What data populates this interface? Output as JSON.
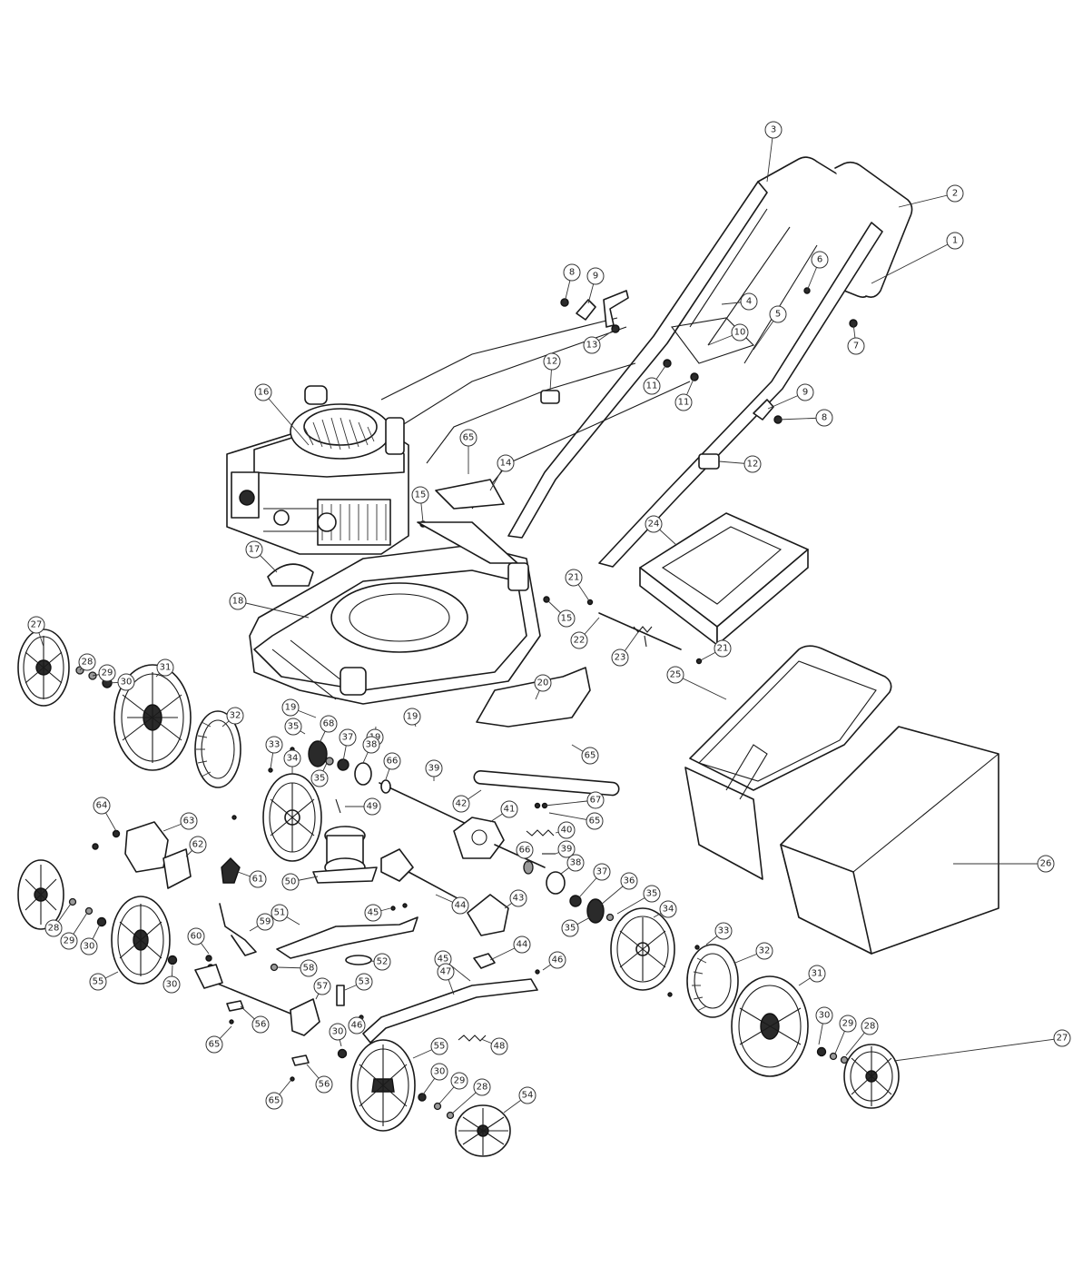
{
  "callouts": [
    {
      "label": "1"
    },
    {
      "label": "2"
    },
    {
      "label": "3"
    },
    {
      "label": "4"
    },
    {
      "label": "5"
    },
    {
      "label": "6"
    },
    {
      "label": "7"
    },
    {
      "label": "8"
    },
    {
      "label": "9"
    },
    {
      "label": "13"
    },
    {
      "label": "10"
    },
    {
      "label": "11"
    },
    {
      "label": "11"
    },
    {
      "label": "12"
    },
    {
      "label": "9"
    },
    {
      "label": "8"
    },
    {
      "label": "12"
    },
    {
      "label": "16"
    },
    {
      "label": "65"
    },
    {
      "label": "14"
    },
    {
      "label": "15"
    },
    {
      "label": "24"
    },
    {
      "label": "17"
    },
    {
      "label": "21"
    },
    {
      "label": "18"
    },
    {
      "label": "15"
    },
    {
      "label": "22"
    },
    {
      "label": "23"
    },
    {
      "label": "21"
    },
    {
      "label": "27"
    },
    {
      "label": "28"
    },
    {
      "label": "29"
    },
    {
      "label": "30"
    },
    {
      "label": "31"
    },
    {
      "label": "20"
    },
    {
      "label": "25"
    },
    {
      "label": "19"
    },
    {
      "label": "19"
    },
    {
      "label": "19"
    },
    {
      "label": "32"
    },
    {
      "label": "35"
    },
    {
      "label": "68"
    },
    {
      "label": "37"
    },
    {
      "label": "38"
    },
    {
      "label": "66"
    },
    {
      "label": "39"
    },
    {
      "label": "33"
    },
    {
      "label": "34"
    },
    {
      "label": "35"
    },
    {
      "label": "65"
    },
    {
      "label": "42"
    },
    {
      "label": "41"
    },
    {
      "label": "67"
    },
    {
      "label": "49"
    },
    {
      "label": "65"
    },
    {
      "label": "40"
    },
    {
      "label": "64"
    },
    {
      "label": "63"
    },
    {
      "label": "66"
    },
    {
      "label": "39"
    },
    {
      "label": "26"
    },
    {
      "label": "62"
    },
    {
      "label": "61"
    },
    {
      "label": "50"
    },
    {
      "label": "38"
    },
    {
      "label": "37"
    },
    {
      "label": "36"
    },
    {
      "label": "35"
    },
    {
      "label": "44"
    },
    {
      "label": "43"
    },
    {
      "label": "45"
    },
    {
      "label": "35"
    },
    {
      "label": "34"
    },
    {
      "label": "28"
    },
    {
      "label": "29"
    },
    {
      "label": "30"
    },
    {
      "label": "59"
    },
    {
      "label": "51"
    },
    {
      "label": "33"
    },
    {
      "label": "60"
    },
    {
      "label": "44"
    },
    {
      "label": "32"
    },
    {
      "label": "58"
    },
    {
      "label": "52"
    },
    {
      "label": "45"
    },
    {
      "label": "46"
    },
    {
      "label": "55"
    },
    {
      "label": "30"
    },
    {
      "label": "47"
    },
    {
      "label": "31"
    },
    {
      "label": "57"
    },
    {
      "label": "53"
    },
    {
      "label": "30"
    },
    {
      "label": "29"
    },
    {
      "label": "28"
    },
    {
      "label": "46"
    },
    {
      "label": "65"
    },
    {
      "label": "56"
    },
    {
      "label": "30"
    },
    {
      "label": "48"
    },
    {
      "label": "27"
    },
    {
      "label": "55"
    },
    {
      "label": "56"
    },
    {
      "label": "30"
    },
    {
      "label": "29"
    },
    {
      "label": "28"
    },
    {
      "label": "65"
    },
    {
      "label": "54"
    }
  ]
}
